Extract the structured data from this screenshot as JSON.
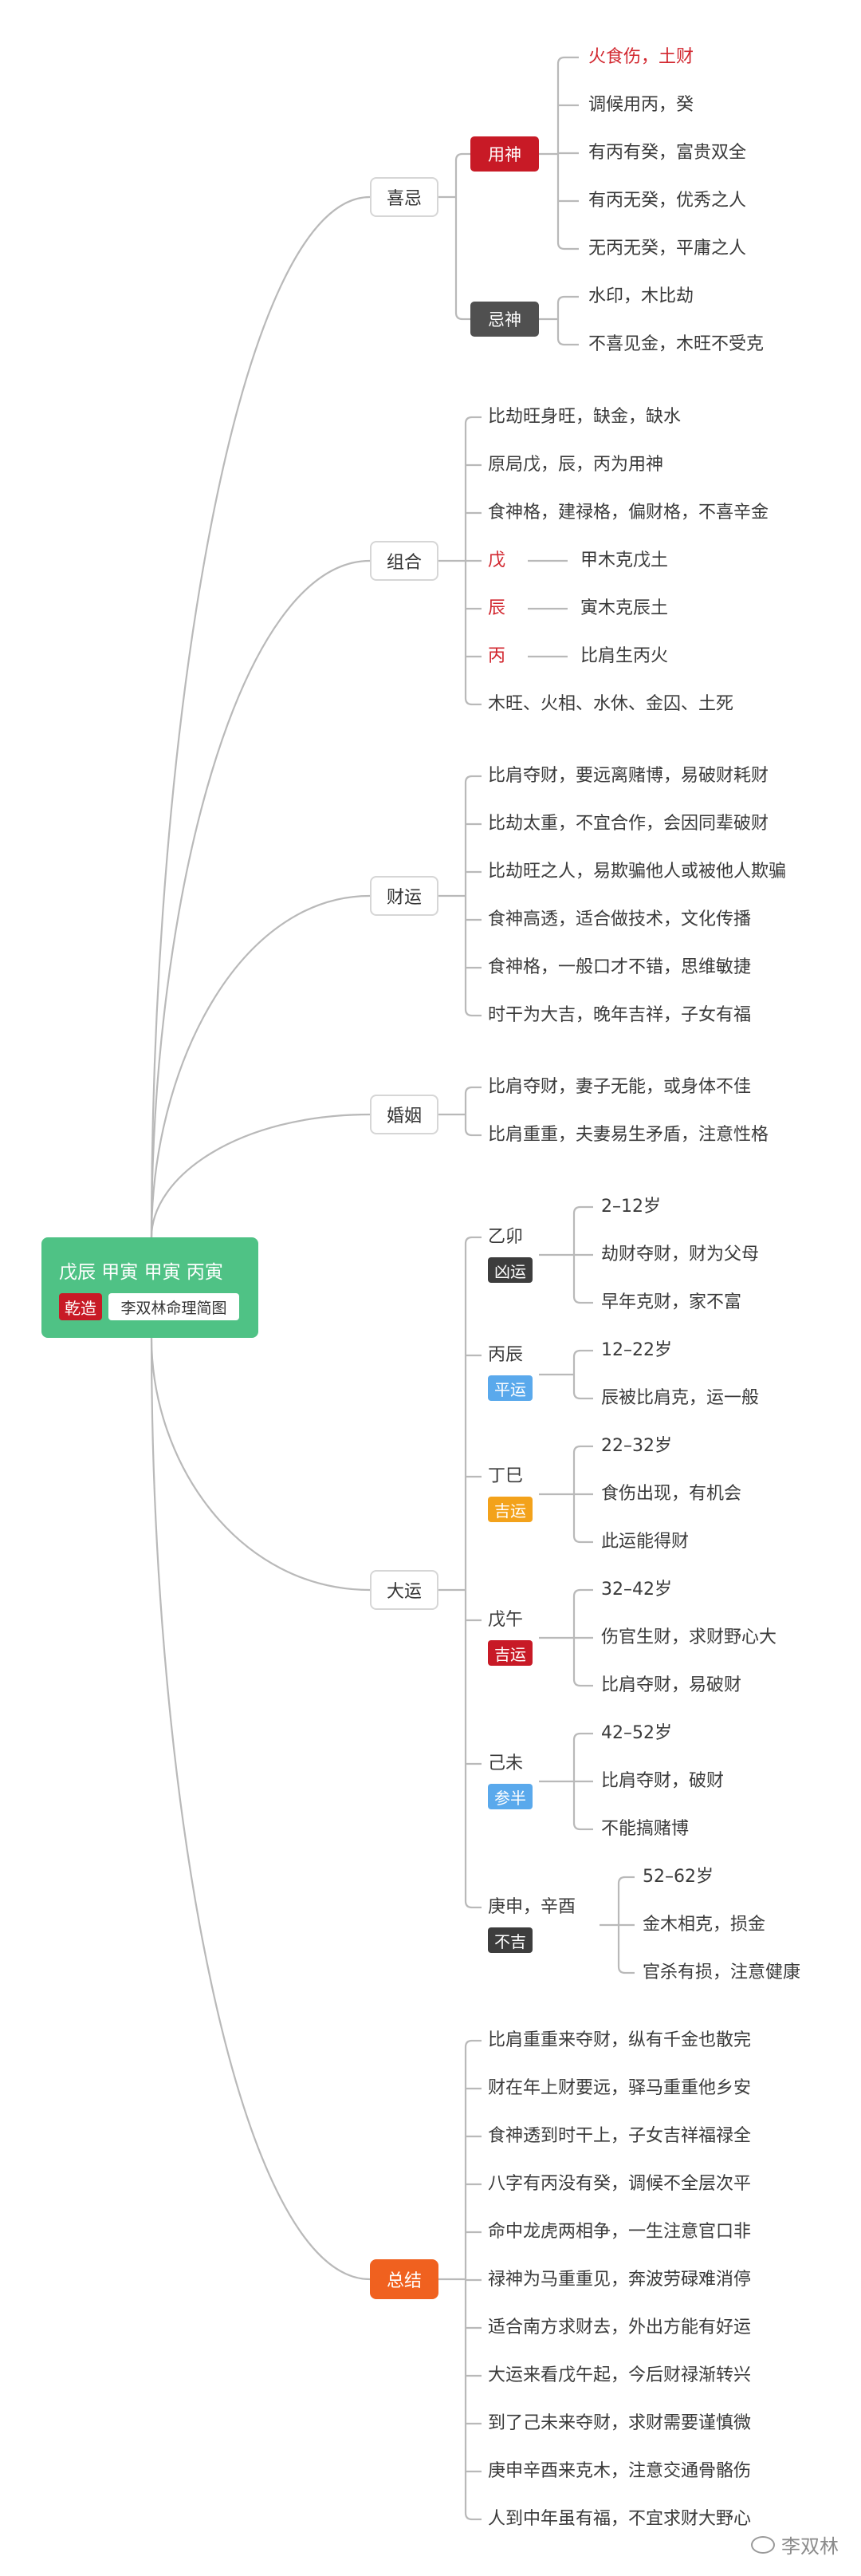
{
  "root": {
    "title": "戊辰 甲寅 甲寅 丙寅",
    "tag1": "乾造",
    "tag2": "李双林命理简图",
    "color": "#4fc285"
  },
  "branches": {
    "xiji": "喜忌",
    "zuhe": "组合",
    "caiyun": "财运",
    "hunyin": "婚姻",
    "dayun": "大运",
    "zongjie": "总结"
  },
  "xiji": {
    "yongshen": {
      "label": "用神",
      "items": [
        "火食伤，土财",
        "调候用丙，癸",
        "有丙有癸，富贵双全",
        "有丙无癸，优秀之人",
        "无丙无癸，平庸之人"
      ]
    },
    "jishen": {
      "label": "忌神",
      "items": [
        "水印，木比劫",
        "不喜见金，木旺不受克"
      ]
    }
  },
  "zuhe": {
    "items": [
      "比劫旺身旺，缺金，缺水",
      "原局戊，辰，丙为用神",
      "食神格，建禄格，偏财格，不喜辛金"
    ],
    "pairs": [
      {
        "key": "戊",
        "value": "甲木克戊土"
      },
      {
        "key": "辰",
        "value": "寅木克辰土"
      },
      {
        "key": "丙",
        "value": "比肩生丙火"
      }
    ],
    "last": "木旺、火相、水休、金囚、土死"
  },
  "caiyun": {
    "items": [
      "比肩夺财，要远离赌博，易破财耗财",
      "比劫太重，不宜合作，会因同辈破财",
      "比劫旺之人，易欺骗他人或被他人欺骗",
      "食神高透，适合做技术，文化传播",
      "食神格，一般口才不错，思维敏捷",
      "时干为大吉，晚年吉祥，子女有福"
    ]
  },
  "hunyin": {
    "items": [
      "比肩夺财，妻子无能，或身体不佳",
      "比肩重重，夫妻易生矛盾，注意性格"
    ]
  },
  "dayun": {
    "periods": [
      {
        "name": "乙卯",
        "tag": "凶运",
        "items": [
          "2–12岁",
          "劫财夺财，财为父母",
          "早年克财，家不富"
        ]
      },
      {
        "name": "丙辰",
        "tag": "平运",
        "items": [
          "12–22岁",
          "辰被比肩克，运一般"
        ]
      },
      {
        "name": "丁巳",
        "tag": "吉运",
        "items": [
          "22–32岁",
          "食伤出现，有机会",
          "此运能得财"
        ]
      },
      {
        "name": "戊午",
        "tag": "吉运",
        "items": [
          "32–42岁",
          "伤官生财，求财野心大",
          "比肩夺财，易破财"
        ]
      },
      {
        "name": "己未",
        "tag": "参半",
        "items": [
          "42–52岁",
          "比肩夺财，破财",
          "不能搞赌博"
        ]
      },
      {
        "name": "庚申，辛酉",
        "tag": "不吉",
        "items": [
          "52–62岁",
          "金木相克，损金",
          "官杀有损，注意健康"
        ]
      }
    ],
    "tag_colors": {
      "凶运": "#3d3d3d",
      "平运": "#5aa9ec",
      "吉运_1": "#f3a21b",
      "吉运_2": "#c81a26",
      "参半": "#5aa9ec",
      "不吉": "#3d3d3d"
    }
  },
  "zongjie": {
    "items": [
      "比肩重重来夺财，纵有千金也散完",
      "财在年上财要远，驿马重重他乡安",
      "食神透到时干上，子女吉祥福禄全",
      "八字有丙没有癸，调候不全层次平",
      "命中龙虎两相争，一生注意官口非",
      "禄神为马重重见，奔波劳碌难消停",
      "适合南方求财去，外出方能有好运",
      "大运来看戊午起，今后财禄渐转兴",
      "到了己未来夺财，求财需要谨慎微",
      "庚申辛酉来克木，注意交通骨骼伤",
      "人到中年虽有福，不宜求财大野心"
    ]
  },
  "colors": {
    "accent_red": "#d2272f",
    "yongshen": "#c81a26",
    "jishen": "#505050",
    "zongjie": "#f0611f",
    "link": "#b9b9b9"
  },
  "watermark": "李双林"
}
